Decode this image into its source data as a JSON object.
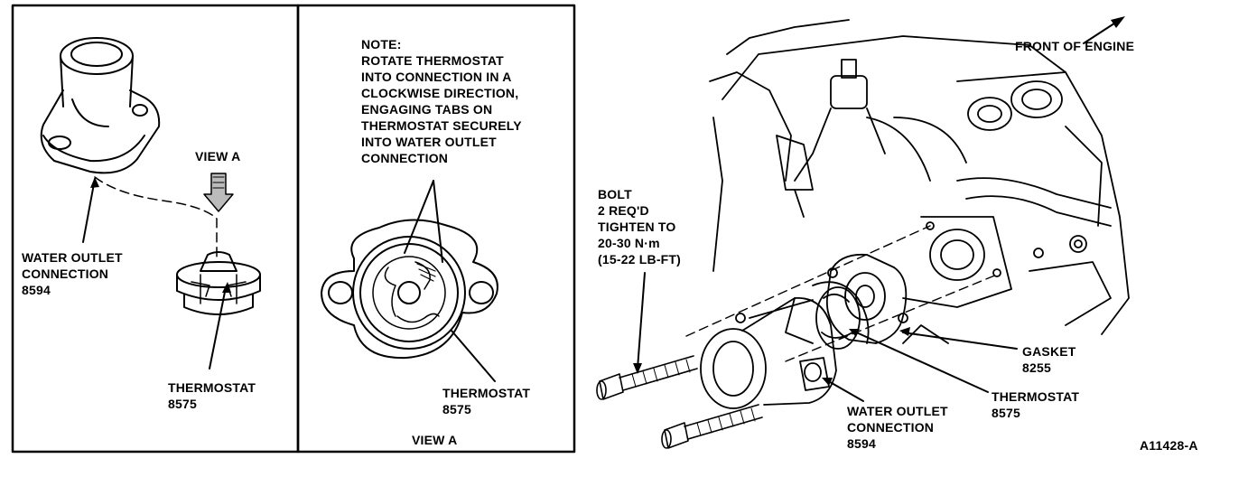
{
  "left_panel": {
    "water_outlet_label": [
      "WATER OUTLET",
      "CONNECTION",
      "8594"
    ],
    "view_a_arrow_label": "VIEW A",
    "thermostat_label": [
      "THERMOSTAT",
      "8575"
    ]
  },
  "middle_panel": {
    "note": [
      "NOTE:",
      "ROTATE THERMOSTAT",
      "INTO CONNECTION IN A",
      "CLOCKWISE DIRECTION,",
      "ENGAGING TABS ON",
      "THERMOSTAT SECURELY",
      "INTO WATER OUTLET",
      "CONNECTION"
    ],
    "thermostat_label": [
      "THERMOSTAT",
      "8575"
    ],
    "view_caption": "VIEW A"
  },
  "right_panel": {
    "front_label": "FRONT OF ENGINE",
    "bolt_label": [
      "BOLT",
      "2 REQ'D",
      "TIGHTEN TO",
      "20-30 N·m",
      "(15-22 LB-FT)"
    ],
    "gasket_label": [
      "GASKET",
      "8255"
    ],
    "thermostat_label": [
      "THERMOSTAT",
      "8575"
    ],
    "water_outlet_label": [
      "WATER OUTLET",
      "CONNECTION",
      "8594"
    ],
    "figure_id": "A11428-A"
  }
}
